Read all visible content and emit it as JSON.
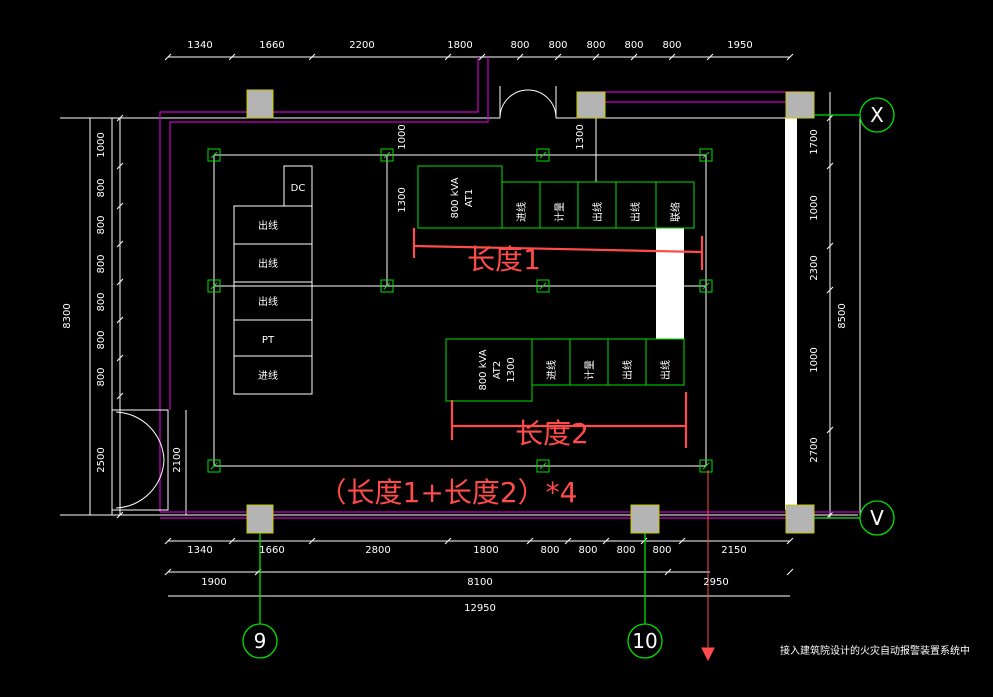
{
  "top_dims": [
    "1340",
    "1660",
    "2200",
    "1800",
    "800",
    "800",
    "800",
    "800",
    "800",
    "1950"
  ],
  "bottom_dims": [
    "1340",
    "1660",
    "2800",
    "1800",
    "800",
    "800",
    "800",
    "800",
    "2150"
  ],
  "bottom_sub": [
    "1900",
    "8100",
    "2950"
  ],
  "bottom_total": "12950",
  "left_dims": [
    "1000",
    "800",
    "800",
    "800",
    "800",
    "800",
    "800",
    "2500"
  ],
  "left_total": "8300",
  "door_dim": "2100",
  "right_dims": [
    "1700",
    "1000",
    "2300",
    "1000",
    "2700"
  ],
  "right_total": "8500",
  "inner_dims": [
    "1000",
    "1300",
    "1300"
  ],
  "axes": {
    "top": "X",
    "bottom": "V",
    "col1": "9",
    "col2": "10"
  },
  "upper_cabinets": {
    "transformer": "800 kVA",
    "transformer_id": "AT1",
    "cells": [
      "进线",
      "计量",
      "出线",
      "出线",
      "联络"
    ]
  },
  "lower_cabinets": {
    "transformer": "800 kVA",
    "transformer_id": "AT2",
    "transformer_dim": "1300",
    "cells": [
      "进线",
      "计量",
      "出线",
      "出线"
    ]
  },
  "left_cabinets": {
    "dc": "DC",
    "cells": [
      "出线",
      "出线",
      "出线",
      "PT",
      "进线"
    ]
  },
  "annotations": {
    "length1": "长度1",
    "length2": "长度2",
    "formula": "（长度1+长度2）*4"
  },
  "note": "接入建筑院设计的火灾自动报警装置系统中",
  "colors": {
    "purple": "#c800c8",
    "green": "#00e000",
    "red": "#ff4b4b",
    "gray": "#b4b4b4"
  }
}
